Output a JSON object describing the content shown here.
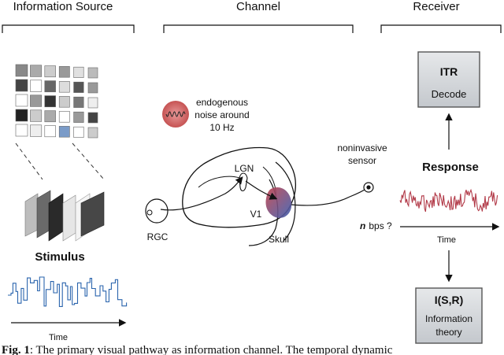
{
  "headers": {
    "source": "Information Source",
    "channel": "Channel",
    "receiver": "Receiver"
  },
  "noise": {
    "line1": "endogenous",
    "line2": "noise around",
    "line3": "10 Hz"
  },
  "brain": {
    "lgn": "LGN",
    "v1": "V1",
    "rgc": "RGC",
    "skull": "Skull"
  },
  "sensor": {
    "line1": "noninvasive",
    "line2": "sensor"
  },
  "rate": {
    "n": "n",
    "rest": "bps ?"
  },
  "stimulus": {
    "label": "Stimulus",
    "time": "Time"
  },
  "response": {
    "label": "Response",
    "time": "Time"
  },
  "itr_box": {
    "title": "ITR",
    "subtitle": "Decode"
  },
  "info_box": {
    "title": "I(S,R)",
    "line1": "Information",
    "line2": "theory"
  },
  "caption": {
    "prefix": "Fig. 1",
    "text": ": The primary visual pathway as information channel. The temporal dynamic"
  },
  "colors": {
    "stimulus_blue": "#2a64ad",
    "response_red": "#b23a48",
    "box_fill": "#cfd3d8"
  }
}
